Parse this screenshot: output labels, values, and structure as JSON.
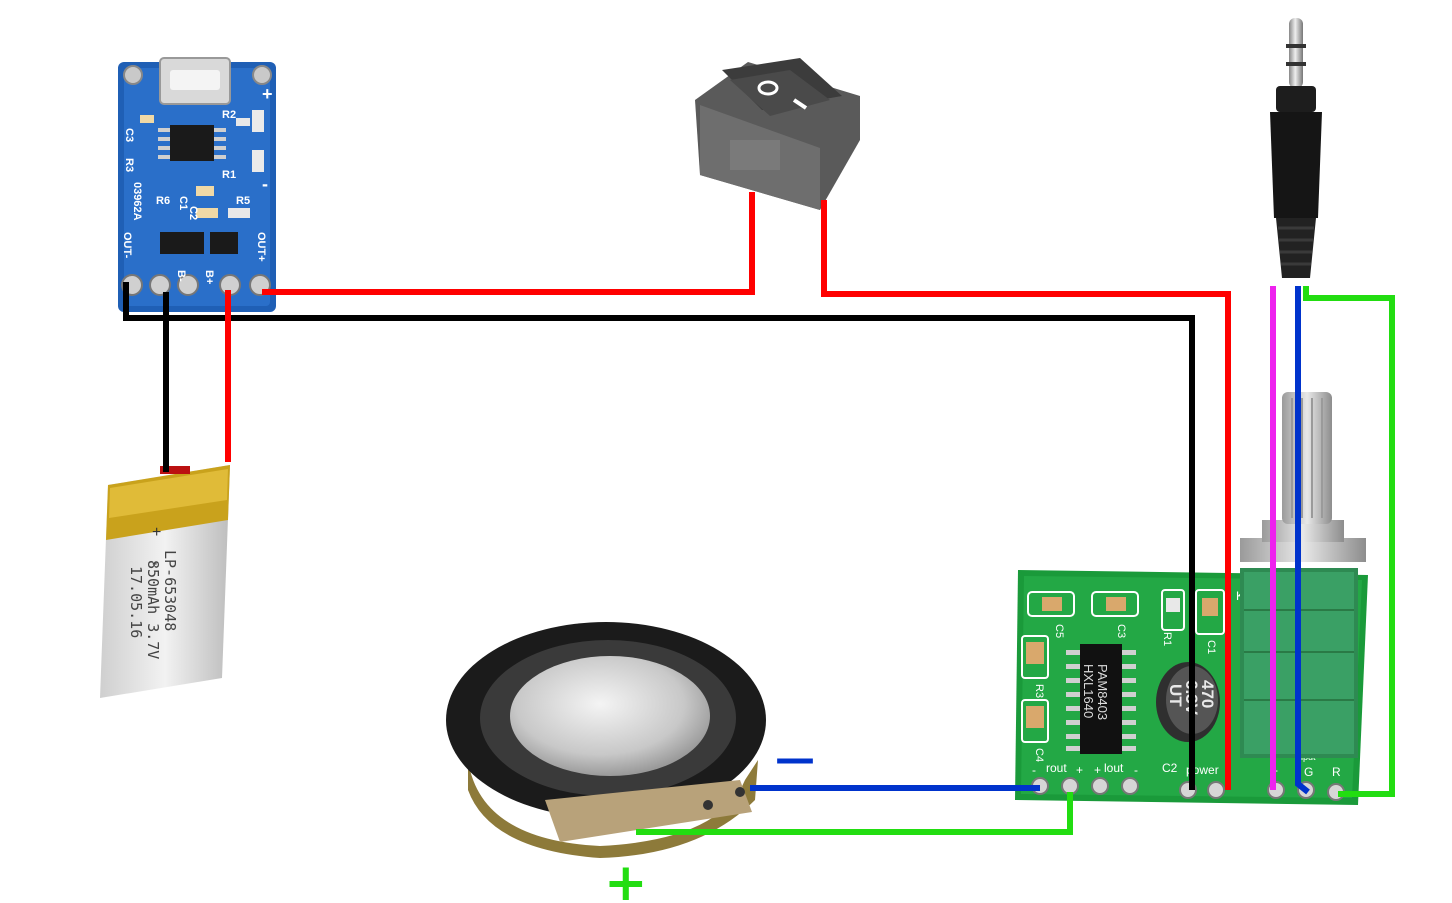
{
  "charger_module": {
    "labels_top": [
      "+",
      "-"
    ],
    "chip_labels": [
      "R2",
      "C3",
      "R3",
      "R1",
      "R6",
      "C1",
      "C2",
      "R5",
      "03962A",
      "OUT-",
      "OUT+",
      "B-",
      "B+"
    ]
  },
  "battery": {
    "sign_top": "+",
    "sign_bottom": "-",
    "model": "LP-653048",
    "spec": "850mAh 3.7V",
    "date": "17.05.16"
  },
  "amplifier_board": {
    "components": [
      "C5",
      "C3",
      "R3",
      "C4",
      "R1",
      "C1"
    ],
    "chip": [
      "PAM8403",
      "HXL1640"
    ],
    "capacitor": [
      "470",
      "6.3V",
      "UT"
    ],
    "pin_labels": [
      "-",
      "rout",
      "+",
      "+",
      "lout",
      "-",
      "C2",
      "power",
      "-",
      "G",
      "R",
      "input",
      "K"
    ]
  },
  "speaker": {
    "minus_sign": "—",
    "plus_sign": "+"
  },
  "wire_colors": {
    "red": "#ff0000",
    "black": "#000000",
    "blue": "#0033cc",
    "green": "#22dd11",
    "magenta": "#ee22ee"
  }
}
